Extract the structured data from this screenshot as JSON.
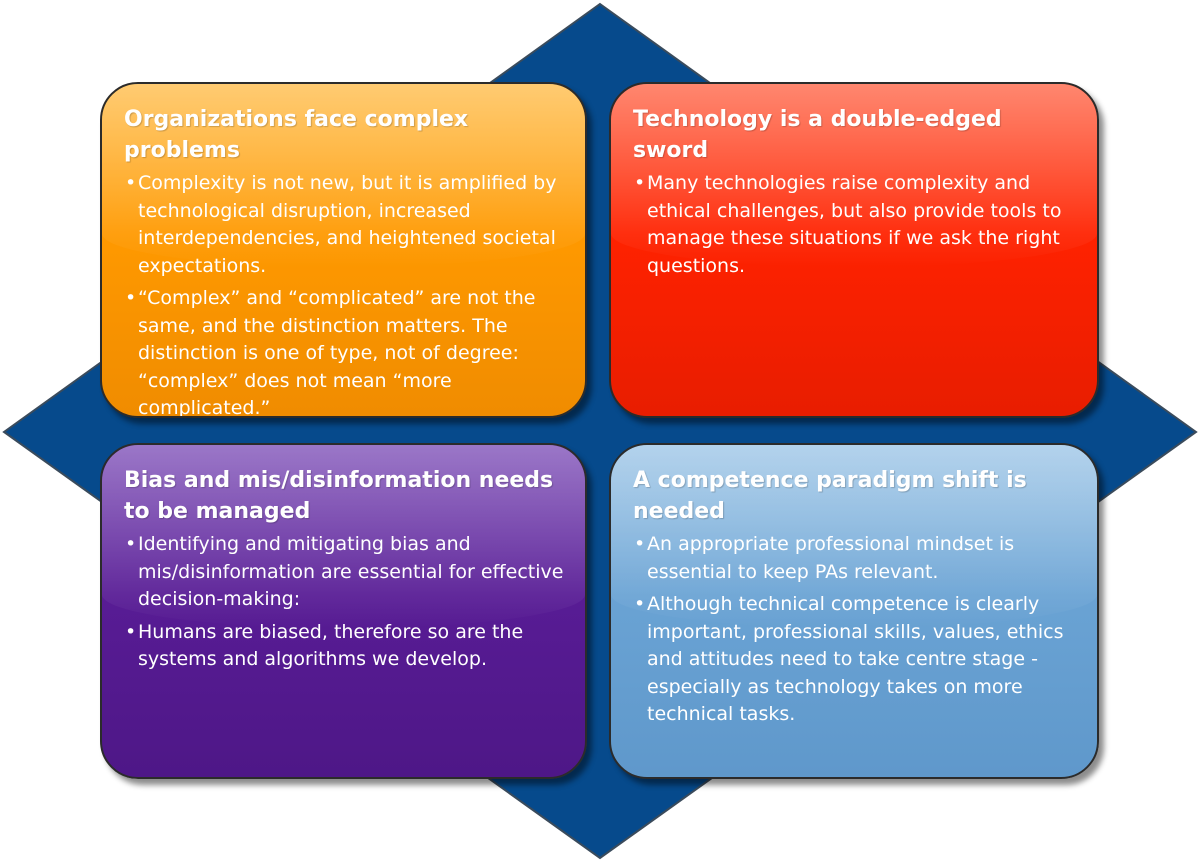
{
  "colors": {
    "diamond": "#064a8c",
    "orange": "#ff9900",
    "red": "#ff2200",
    "purple": "#581c95",
    "blue": "#6aa3d4"
  },
  "boxes": {
    "top_left": {
      "title": "Organizations face complex problems",
      "bullets": [
        "Complexity is not new, but it is amplified by technological disruption, increased interdependencies, and heightened societal expectations.",
        "“Complex” and “complicated” are not the same, and the distinction matters. The distinction is one of type, not of degree: “complex” does not mean “more complicated.”"
      ]
    },
    "top_right": {
      "title": "Technology is a double-edged sword",
      "bullets": [
        "Many technologies raise complexity and ethical challenges, but also provide tools to manage these situations if we ask the right questions."
      ]
    },
    "bottom_left": {
      "title": "Bias and mis/disinformation needs to be managed",
      "bullets": [
        "Identifying and mitigating bias and mis/disinformation are essential for effective decision-making:",
        "Humans are biased, therefore so are the systems and algorithms we develop."
      ]
    },
    "bottom_right": {
      "title": "A competence paradigm shift is needed",
      "bullets": [
        "An appropriate professional mindset is essential to keep PAs relevant.",
        "Although technical competence is clearly important, professional skills, values, ethics and attitudes need to take centre stage - especially as technology takes on more technical tasks."
      ]
    },
    "bullet_glyph": "•"
  }
}
